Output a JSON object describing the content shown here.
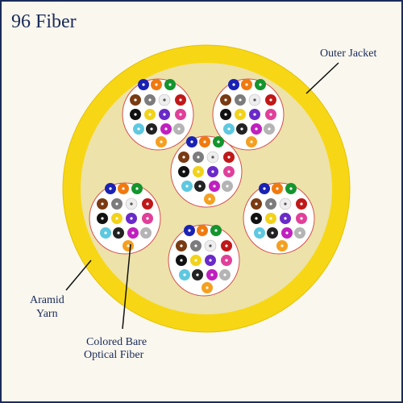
{
  "title": "96 Fiber",
  "labels": {
    "outer_jacket": "Outer Jacket",
    "aramid_yarn_line1": "Aramid",
    "aramid_yarn_line2": "Yarn",
    "fiber_line1": "Colored Bare",
    "fiber_line2": "Optical Fiber"
  },
  "colors": {
    "border": "#1a2a5a",
    "background": "#f9f7ee",
    "jacket": "#f7d715",
    "jacket_stroke": "#e6c200",
    "aramid": "#ede2aa",
    "tube_fill": "#ffffff",
    "tube_stroke": "#d45050",
    "fiber_core": "#ffffff"
  },
  "fiber_colors": [
    {
      "name": "blue",
      "hex": "#1a22b4"
    },
    {
      "name": "orange",
      "hex": "#f07a10"
    },
    {
      "name": "green",
      "hex": "#14952e"
    },
    {
      "name": "brown",
      "hex": "#7a3a12"
    },
    {
      "name": "slate",
      "hex": "#7c7c7c"
    },
    {
      "name": "white",
      "hex": "#eeeeee"
    },
    {
      "name": "red",
      "hex": "#c01818"
    },
    {
      "name": "black",
      "hex": "#111111"
    },
    {
      "name": "yellow",
      "hex": "#f2d21a"
    },
    {
      "name": "violet",
      "hex": "#6a2ac8"
    },
    {
      "name": "rose",
      "hex": "#e0409a"
    },
    {
      "name": "aqua",
      "hex": "#5ec8e0"
    },
    {
      "name": "black-2",
      "hex": "#222222"
    },
    {
      "name": "magenta",
      "hex": "#c020c0"
    },
    {
      "name": "gray-2",
      "hex": "#b4b4b4"
    },
    {
      "name": "orange-2",
      "hex": "#f5a020"
    }
  ],
  "tubes_count": 6,
  "fibers_per_tube": 16
}
